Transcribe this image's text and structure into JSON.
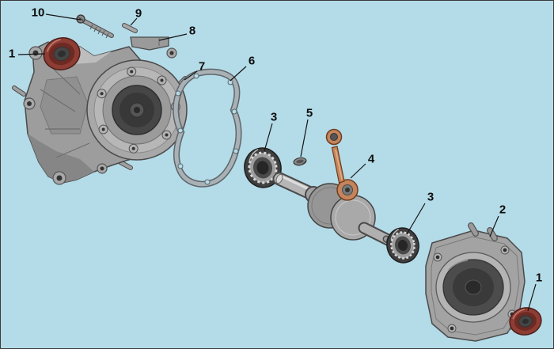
{
  "page": {
    "background_color": "#b4dbe8",
    "border_color": "#3a3a3a"
  },
  "diagram": {
    "name": "engine-crankcase-exploded-parts-diagram",
    "colors": {
      "part_gray": "#9d9d9d",
      "part_outline": "#4a4a4a",
      "seal_red": "#8e3d34",
      "rod_orange": "#c4845c",
      "bearing_dark": "#3f3f3f"
    },
    "callouts": [
      {
        "label": "10",
        "part": "mounting-bolt"
      },
      {
        "label": "9",
        "part": "dowel-pin-small"
      },
      {
        "label": "8",
        "part": "crankcase-half-left"
      },
      {
        "label": "1",
        "part": "oil-seal-left"
      },
      {
        "label": "7",
        "part": "dowel-pin"
      },
      {
        "label": "6",
        "part": "crankcase-gasket"
      },
      {
        "label": "3",
        "part": "ball-bearing-left"
      },
      {
        "label": "5",
        "part": "woodruff-key"
      },
      {
        "label": "4",
        "part": "crankshaft-with-connecting-rod"
      },
      {
        "label": "3",
        "part": "ball-bearing-right"
      },
      {
        "label": "2",
        "part": "crankcase-half-right"
      },
      {
        "label": "1",
        "part": "oil-seal-right"
      }
    ]
  }
}
